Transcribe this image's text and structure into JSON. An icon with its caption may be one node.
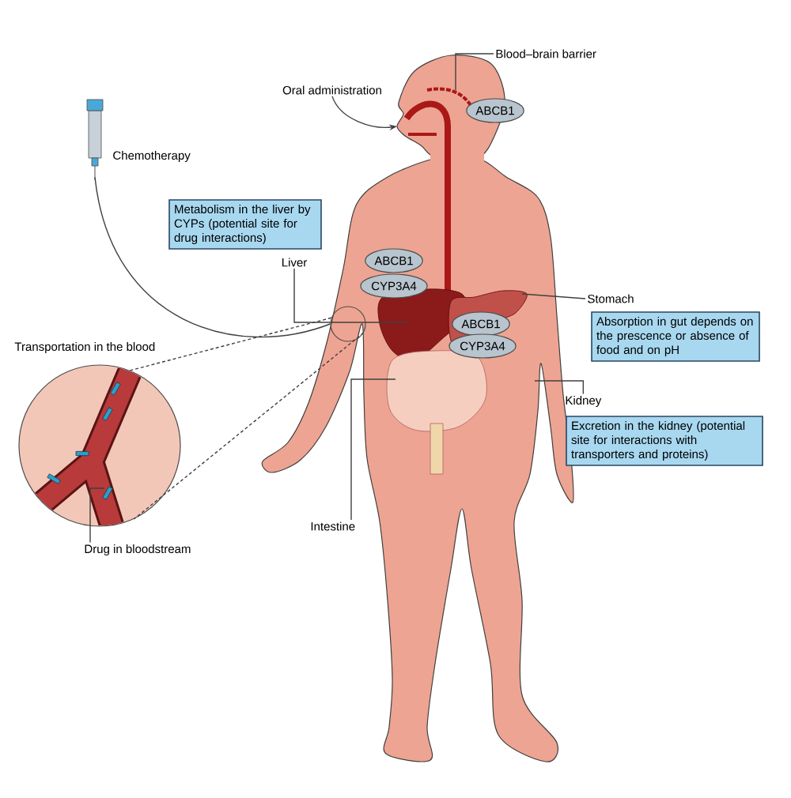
{
  "diagram": {
    "nodes": [
      {
        "text": [],
        "shape": "picture",
        "beside": [
          "Chemotherapy"
        ]
      },
      {
        "text": [
          "Blood–brain barrier"
        ]
      },
      {
        "text": [
          "ABCB1"
        ]
      },
      {
        "text": [
          "Oral administration"
        ]
      },
      {
        "text": [
          "Metabolism in the liver by CYPs (potential site for drug interactions)"
        ]
      },
      {
        "text": [
          "Liver"
        ]
      },
      {
        "text": [
          "ABCB1"
        ]
      },
      {
        "text": [
          "CYP3A4"
        ]
      },
      {
        "text": [
          "Stomach"
        ]
      },
      {
        "text": [
          "ABCB1"
        ]
      },
      {
        "text": [
          "CYP3A4"
        ]
      },
      {
        "text": [
          "Absorption in gut depends on the prescence or absence of food and on pH"
        ]
      },
      {
        "text": [
          "Kidney"
        ]
      },
      {
        "text": [
          "Excretion in the kidney (potential site for interactions with transporters and proteins)"
        ]
      },
      {
        "text": [
          "Transportation in the blood"
        ]
      },
      {
        "text": [],
        "shape": "picture"
      },
      {
        "text": [
          "Drug in bloodstream"
        ]
      },
      {
        "text": [
          "Intestine"
        ]
      },
      {
        "text": [],
        "shape": "circle"
      }
    ],
    "edges": [
      {
        "from": 0,
        "to": 18,
        "arrow": "none"
      },
      {
        "from": 1,
        "to": null,
        "arrow": "none"
      },
      {
        "from": 3,
        "to": null,
        "arrow": "to"
      },
      {
        "from": 5,
        "to": null,
        "arrow": "none"
      },
      {
        "from": 8,
        "to": null,
        "arrow": "none"
      },
      {
        "from": 12,
        "to": null,
        "arrow": "none"
      },
      {
        "from": 16,
        "to": 15,
        "arrow": "none"
      },
      {
        "from": 17,
        "to": null,
        "arrow": "none"
      },
      {
        "from": 18,
        "to": 15,
        "arrow": "none",
        "style": "dashed"
      },
      {
        "from": 18,
        "to": 15,
        "arrow": "none",
        "style": "dashed"
      }
    ]
  }
}
